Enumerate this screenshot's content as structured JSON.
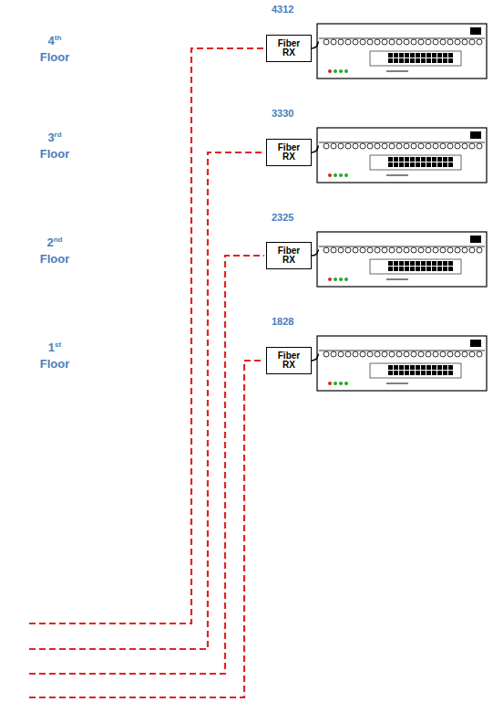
{
  "diagram": {
    "nodes": [
      {
        "text": [
          "Fiber RX"
        ]
      },
      {
        "text": [
          "Fiber RX"
        ]
      },
      {
        "text": [
          "Fiber RX"
        ]
      },
      {
        "text": [
          "Fiber RX"
        ]
      }
    ],
    "labels": [
      "4th Floor",
      "4312",
      "3rd Floor",
      "3330",
      "2nd Floor",
      "2325",
      "1st Floor",
      "1828"
    ]
  }
}
